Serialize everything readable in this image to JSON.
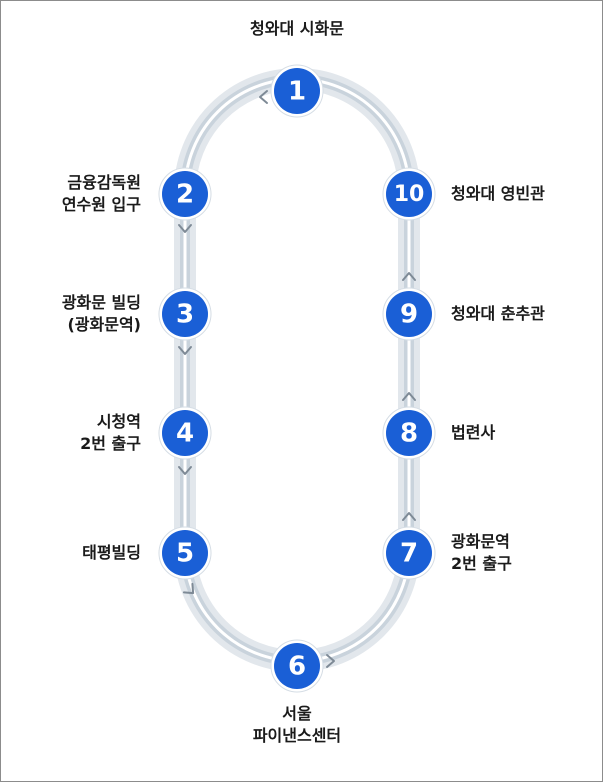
{
  "colors": {
    "track_outer": "#e2e7ec",
    "track_inner": "#c9d3dc",
    "track_center": "#ffffff",
    "stop_fill": "#1a5fd6",
    "stop_ring": "#ffffff",
    "arrow": "#7e8a96"
  },
  "stops": [
    {
      "number": "1",
      "lines": [
        "청와대 시화문"
      ]
    },
    {
      "number": "2",
      "lines": [
        "금융감독원",
        "연수원 입구"
      ]
    },
    {
      "number": "3",
      "lines": [
        "광화문 빌딩",
        "(광화문역)"
      ]
    },
    {
      "number": "4",
      "lines": [
        "시청역",
        "2번 출구"
      ]
    },
    {
      "number": "5",
      "lines": [
        "태평빌딩"
      ]
    },
    {
      "number": "6",
      "lines": [
        "서울",
        "파이낸스센터"
      ]
    },
    {
      "number": "7",
      "lines": [
        "광화문역",
        "2번 출구"
      ]
    },
    {
      "number": "8",
      "lines": [
        "법련사"
      ]
    },
    {
      "number": "9",
      "lines": [
        "청와대 춘추관"
      ]
    },
    {
      "number": "10",
      "lines": [
        "청와대 영빈관"
      ]
    }
  ],
  "direction_arrow_icon": "chevron-arrow-icon"
}
